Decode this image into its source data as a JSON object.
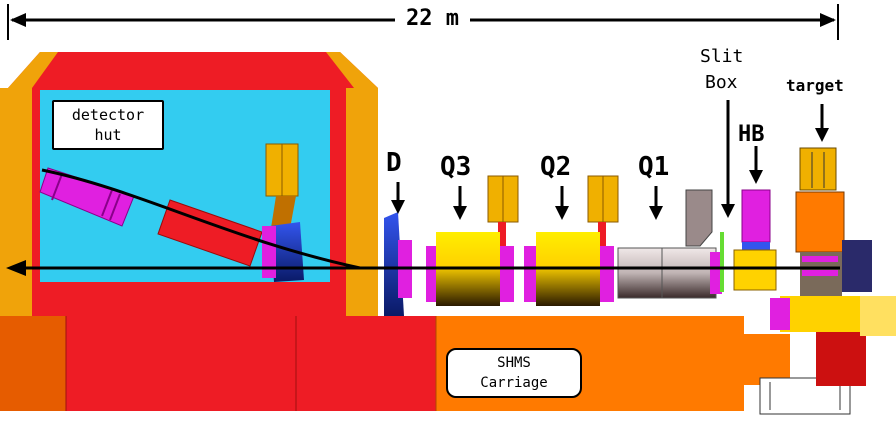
{
  "dimension": {
    "value": "22 m"
  },
  "labels": {
    "detector_hut_line1": "detector",
    "detector_hut_line2": "hut",
    "slit_box_line1": "Slit",
    "slit_box_line2": "Box",
    "target": "target",
    "hb": "HB",
    "q1": "Q1",
    "q2": "Q2",
    "q3": "Q3",
    "d": "D",
    "carriage_line1": "SHMS",
    "carriage_line2": "Carriage"
  },
  "colors": {
    "hut_red": "#ee1c25",
    "hut_orange": "#f0a30a",
    "hut_inner_cyan": "#33ccf0",
    "magenta": "#e020e0",
    "magnet_yellow": "#ffee00",
    "carriage_orange": "#ff7a00",
    "dipole_blue": "#1a3fcc",
    "q1_grey": "#c8c0c0",
    "slit_green": "#66dd33"
  }
}
